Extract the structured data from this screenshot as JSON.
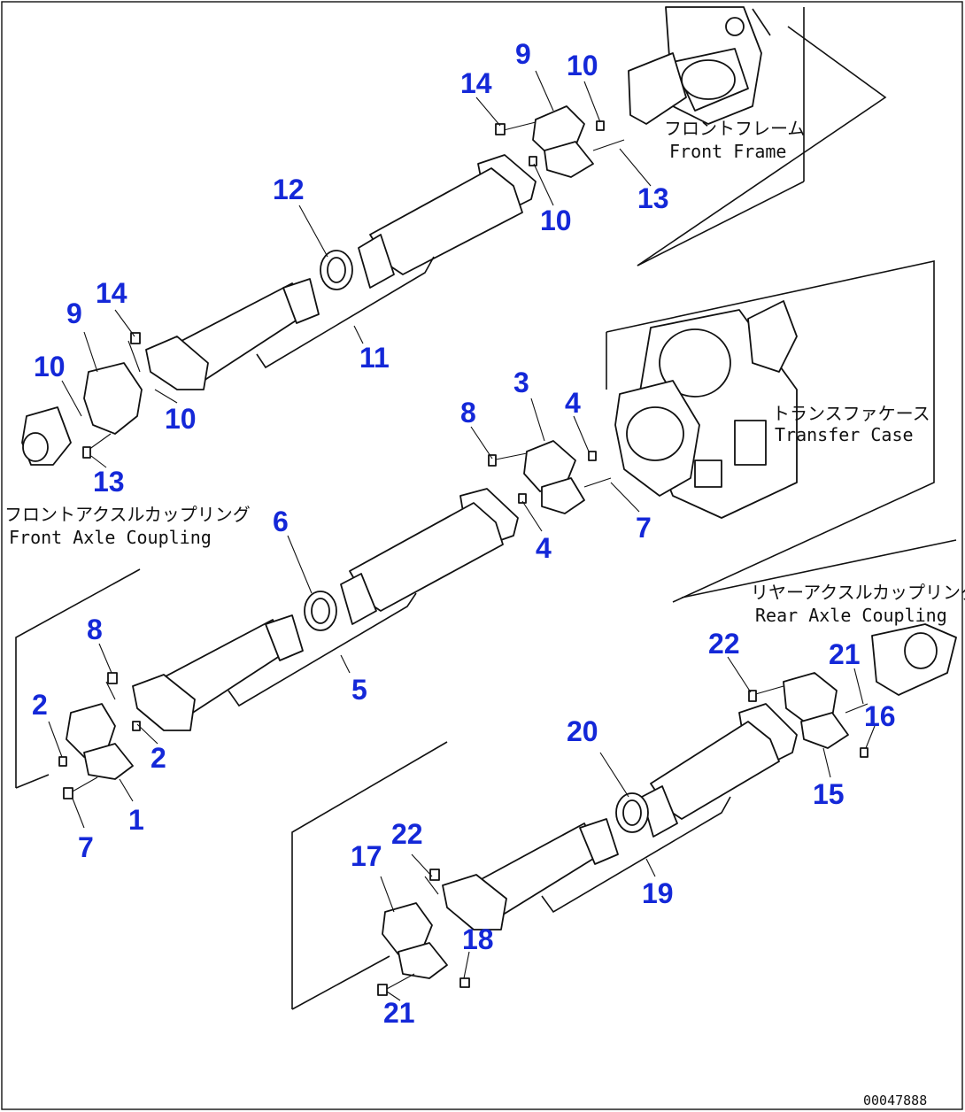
{
  "captions": {
    "front_frame_jp": "フロントフレーム",
    "front_frame_en": "Front Frame",
    "transfer_case_jp": "トランスファケース",
    "transfer_case_en": "Transfer Case",
    "front_axle_coupling_jp": "フロントアクスルカップリング",
    "front_axle_coupling_en": "Front Axle Coupling",
    "rear_axle_coupling_jp": "リヤーアクスルカップリング",
    "rear_axle_coupling_en": "Rear Axle Coupling"
  },
  "drawing_code": "00047888",
  "colors": {
    "callout": "#1428d8",
    "line": "#111111",
    "background": "#ffffff"
  },
  "callouts": {
    "c14a": "14",
    "c9a": "9",
    "c10a": "10",
    "c13a": "13",
    "c10b": "10",
    "c12": "12",
    "c11": "11",
    "c14b": "14",
    "c9b": "9",
    "c10c": "10",
    "c10d": "10",
    "c13b": "13",
    "c3": "3",
    "c8a": "8",
    "c4a": "4",
    "c7a": "7",
    "c4b": "4",
    "c6": "6",
    "c5": "5",
    "c8b": "8",
    "c2a": "2",
    "c2b": "2",
    "c1": "1",
    "c7b": "7",
    "c22a": "22",
    "c21a": "21",
    "c16": "16",
    "c15": "15",
    "c20": "20",
    "c19": "19",
    "c22b": "22",
    "c17": "17",
    "c18": "18",
    "c21b": "21"
  }
}
